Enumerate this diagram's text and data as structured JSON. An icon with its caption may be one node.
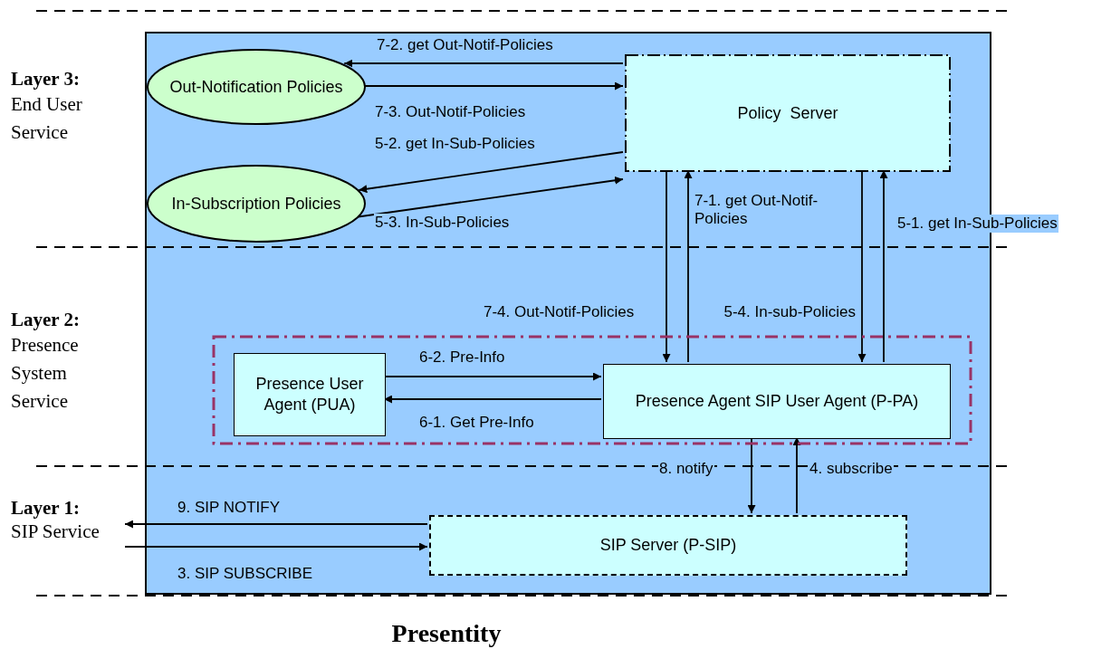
{
  "diagram": {
    "caption": "Presentity",
    "nodes": [
      {
        "text": [],
        "shape": "box"
      },
      {
        "text": [
          "Out-Notification Policies"
        ],
        "in": 0
      },
      {
        "text": [
          "Policy  Server"
        ],
        "in": 0
      },
      {
        "text": [
          "In-Subscription Policies"
        ],
        "in": 0
      },
      {
        "text": [],
        "shape": "box",
        "in": 0
      },
      {
        "text": [
          "Presence User Agent (PUA)"
        ],
        "in": 4
      },
      {
        "text": [
          "Presence Agent SIP User Agent (P-PA)"
        ],
        "in": 4
      },
      {
        "text": [
          "SIP Server (P-SIP)"
        ],
        "in": 0
      },
      {
        "text": [
          "Layer 1:",
          "SIP Service"
        ]
      }
    ],
    "edges": [
      {
        "from": 2,
        "to": 1,
        "arrow": "to",
        "label": "7-2. get Out-Notif-Policies"
      },
      {
        "from": 1,
        "to": 2,
        "arrow": "to",
        "label": "7-3. Out-Notif-Policies"
      },
      {
        "from": 2,
        "to": 3,
        "arrow": "to",
        "label": "5-2. get In-Sub-Policies"
      },
      {
        "from": 3,
        "to": 2,
        "arrow": "to",
        "label": "5-3. In-Sub-Policies"
      },
      {
        "from": 6,
        "to": 2,
        "arrow": "to",
        "label": "7-1. get Out-Notif-Policies"
      },
      {
        "from": 2,
        "to": 6,
        "arrow": "to",
        "label": "7-4. Out-Notif-Policies"
      },
      {
        "from": 6,
        "to": 2,
        "arrow": "to",
        "label": "5-1. get In-Sub-Policies"
      },
      {
        "from": 2,
        "to": 6,
        "arrow": "to",
        "label": "5-4. In-sub-Policies"
      },
      {
        "from": 5,
        "to": 6,
        "arrow": "to",
        "label": "6-2. Pre-Info"
      },
      {
        "from": 6,
        "to": 5,
        "arrow": "to",
        "label": "6-1. Get Pre-Info"
      },
      {
        "from": 6,
        "to": 7,
        "arrow": "to",
        "label": "8. notify"
      },
      {
        "from": 7,
        "to": 6,
        "arrow": "to",
        "label": "4. subscribe"
      },
      {
        "from": 7,
        "to": 8,
        "arrow": "to",
        "label": "9. SIP NOTIFY"
      },
      {
        "from": 8,
        "to": 7,
        "arrow": "to",
        "label": "3. SIP SUBSCRIBE"
      }
    ],
    "labels": [
      "Layer 3:",
      "End User Service",
      "Layer 2:",
      "Presence System Service"
    ]
  }
}
